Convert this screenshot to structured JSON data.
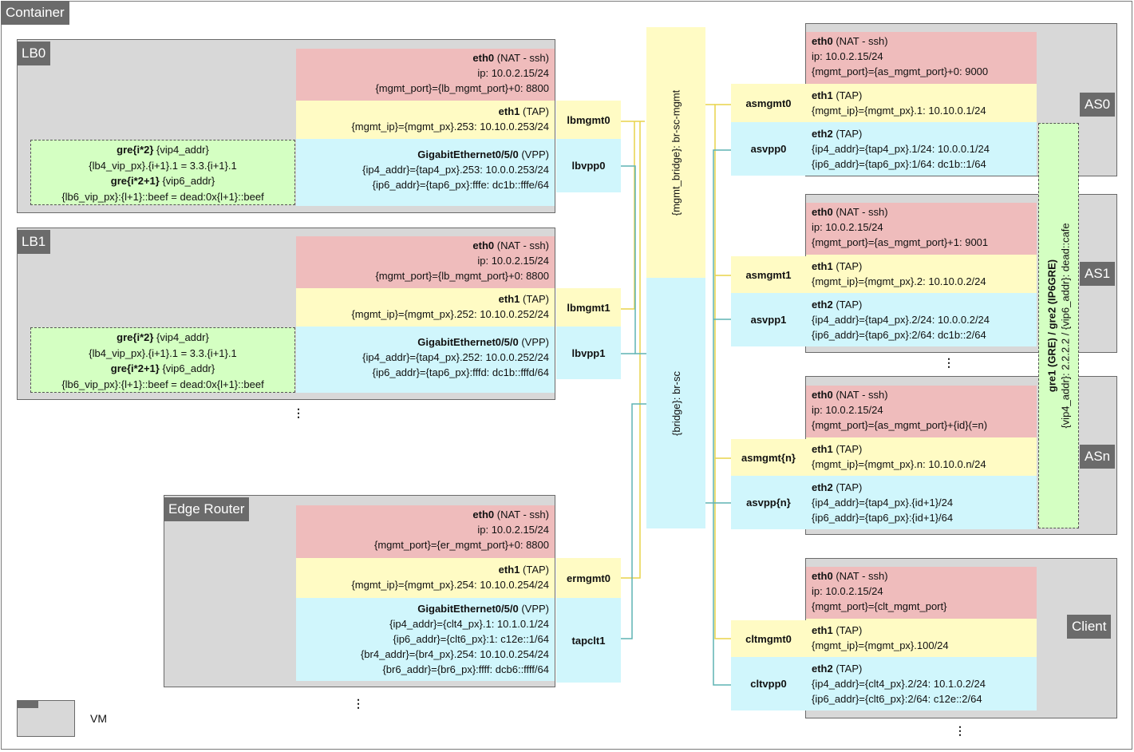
{
  "container": {
    "title": "Container"
  },
  "legend": {
    "label": "VM"
  },
  "bridges": {
    "mgmt": "{mgmt_bridge}: br-sc-mgmt",
    "sc": "{bridge}: br-sc"
  },
  "lb0": {
    "title": "LB0",
    "eth0": {
      "name": "eth0",
      "type": " (NAT - ssh)",
      "ip": "ip: 10.0.2.15/24",
      "port": "{mgmt_port}={lb_mgmt_port}+0: 8800"
    },
    "eth1": {
      "name": "eth1",
      "type": " (TAP)",
      "ip": "{mgmt_ip}={mgmt_px}.253: 10.10.0.253/24"
    },
    "vpp": {
      "name": "GigabitEthernet0/5/0",
      "type": " (VPP)",
      "ip4": "{ip4_addr}={tap4_px}.253: 10.0.0.253/24",
      "ip6": "{ip6_addr}={tap6_px}:fffe: dc1b::fffe/64"
    },
    "gre": {
      "l1_bold": "gre{i*2}",
      "l1_rest": " {vip4_addr}",
      "l2": "{lb4_vip_px}.{i+1}.1 = 3.3.{i+1}.1",
      "l3_bold": "gre{i*2+1}",
      "l3_rest": " {vip6_addr}",
      "l4": "{lb6_vip_px}:{l+1}::beef = dead:0x{l+1}::beef"
    },
    "if_mgmt": "lbmgmt0",
    "if_vpp": "lbvpp0"
  },
  "lb1": {
    "title": "LB1",
    "eth0": {
      "name": "eth0",
      "type": " (NAT - ssh)",
      "ip": "ip: 10.0.2.15/24",
      "port": "{mgmt_port}={lb_mgmt_port}+0: 8800"
    },
    "eth1": {
      "name": "eth1",
      "type": " (TAP)",
      "ip": "{mgmt_ip}={mgmt_px}.252: 10.10.0.252/24"
    },
    "vpp": {
      "name": "GigabitEthernet0/5/0",
      "type": " (VPP)",
      "ip4": "{ip4_addr}={tap4_px}.252: 10.0.0.252/24",
      "ip6": "{ip6_addr}={tap6_px}:fffd: dc1b::fffd/64"
    },
    "gre": {
      "l1_bold": "gre{i*2}",
      "l1_rest": " {vip4_addr}",
      "l2": "{lb4_vip_px}.{i+1}.1 = 3.3.{i+1}.1",
      "l3_bold": "gre{i*2+1}",
      "l3_rest": " {vip6_addr}",
      "l4": "{lb6_vip_px}:{l+1}::beef = dead:0x{l+1}::beef"
    },
    "if_mgmt": "lbmgmt1",
    "if_vpp": "lbvpp1"
  },
  "edge": {
    "title": "Edge Router",
    "eth0": {
      "name": "eth0",
      "type": " (NAT - ssh)",
      "ip": "ip: 10.0.2.15/24",
      "port": "{mgmt_port}={er_mgmt_port}+0: 8800"
    },
    "eth1": {
      "name": "eth1",
      "type": " (TAP)",
      "ip": "{mgmt_ip}={mgmt_px}.254: 10.10.0.254/24"
    },
    "vpp": {
      "name": "GigabitEthernet0/5/0",
      "type": " (VPP)",
      "ip4": "{ip4_addr}={clt4_px}.1: 10.1.0.1/24",
      "ip6": "{ip6_addr}={clt6_px}:1: c12e::1/64",
      "br4": "{br4_addr}={br4_px}.254: 10.10.0.254/24",
      "br6": "{br6_addr}={br6_px}:ffff: dcb6::ffff/64"
    },
    "if_mgmt": "ermgmt0",
    "if_vpp": "tapclt1"
  },
  "as0": {
    "title": "AS0",
    "eth0": {
      "name": "eth0",
      "type": " (NAT - ssh)",
      "ip": "ip: 10.0.2.15/24",
      "port": "{mgmt_port}={as_mgmt_port}+0: 9000"
    },
    "eth1": {
      "name": "eth1",
      "type": " (TAP)",
      "ip": "{mgmt_ip}={mgmt_px}.1: 10.10.0.1/24"
    },
    "eth2": {
      "name": "eth2",
      "type": " (TAP)",
      "ip4": "{ip4_addr}={tap4_px}.1/24: 10.0.0.1/24",
      "ip6": "{ip6_addr}={tap6_px}:1/64: dc1b::1/64"
    },
    "if_mgmt": "asmgmt0",
    "if_vpp": "asvpp0"
  },
  "as1": {
    "title": "AS1",
    "eth0": {
      "name": "eth0",
      "type": " (NAT - ssh)",
      "ip": "ip: 10.0.2.15/24",
      "port": "{mgmt_port}={as_mgmt_port}+1: 9001"
    },
    "eth1": {
      "name": "eth1",
      "type": " (TAP)",
      "ip": "{mgmt_ip}={mgmt_px}.2: 10.10.0.2/24"
    },
    "eth2": {
      "name": "eth2",
      "type": " (TAP)",
      "ip4": "{ip4_addr}={tap4_px}.2/24: 10.0.0.2/24",
      "ip6": "{ip6_addr}={tap6_px}:2/64: dc1b::2/64"
    },
    "if_mgmt": "asmgmt1",
    "if_vpp": "asvpp1"
  },
  "asn": {
    "title": "ASn",
    "eth0": {
      "name": "eth0",
      "type": " (NAT - ssh)",
      "ip": "ip: 10.0.2.15/24",
      "port": "{mgmt_port}={as_mgmt_port}+{id}(=n)"
    },
    "eth1": {
      "name": "eth1",
      "type": " (TAP)",
      "ip": "{mgmt_ip}={mgmt_px}.n: 10.10.0.n/24"
    },
    "eth2": {
      "name": "eth2",
      "type": " (TAP)",
      "ip4": "{ip4_addr}={tap4_px}.{id+1}/24",
      "ip6": "{ip6_addr}={tap6_px}:{id+1}/64"
    },
    "if_mgmt": "asmgmt{n}",
    "if_vpp": "asvpp{n}"
  },
  "client": {
    "title": "Client",
    "eth0": {
      "name": "eth0",
      "type": " (NAT - ssh)",
      "ip": "ip: 10.0.2.15/24",
      "port": "{mgmt_port}={clt_mgmt_port}"
    },
    "eth1": {
      "name": "eth1",
      "type": " (TAP)",
      "ip": "{mgmt_ip}={mgmt_px}.100/24"
    },
    "eth2": {
      "name": "eth2",
      "type": " (TAP)",
      "ip4": "{ip4_addr}={clt4_px}.2/24: 10.1.0.2/24",
      "ip6": "{ip6_addr}={clt6_px}:2/64: c12e::2/64"
    },
    "if_mgmt": "cltmgmt0",
    "if_vpp": "cltvpp0"
  },
  "gre_as": {
    "line1": "gre1 (GRE) / gre2 (IP6GRE)",
    "line2": "{vip4_addr}: 2.2.2.2 / {vip6_addr}: dead::cafe"
  },
  "ellipsis": "⋮",
  "colors": {
    "mgmt_wire": "#e8d44a",
    "data_wire": "#5fb3b3",
    "eth0": "#efbcbc",
    "eth1": "#fffbc4",
    "vpp": "#d0f6fc",
    "gre": "#d4ffc2",
    "vm": "#d8d8d8",
    "tag": "#6b6b6b"
  }
}
